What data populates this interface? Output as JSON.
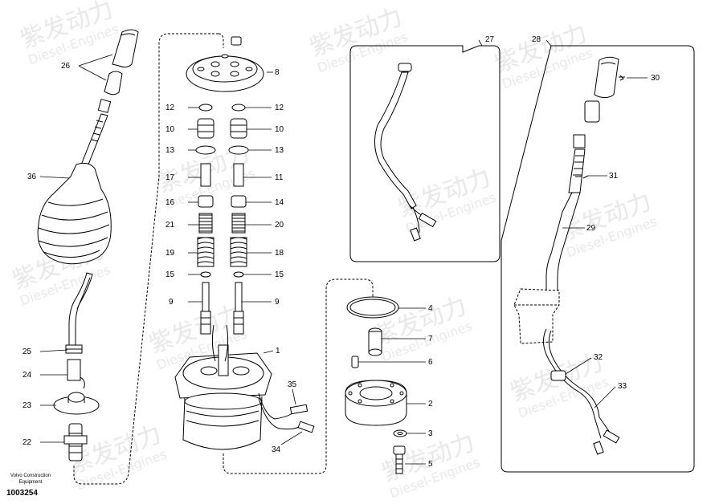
{
  "watermark": {
    "cn": "紫发动力",
    "en": "Diesel-Engines"
  },
  "footer": {
    "brand_line1": "Volvo Construction",
    "brand_line2": "Equipment",
    "part_number": "1003254"
  },
  "callouts": {
    "c26": "26",
    "c36": "36",
    "c25": "25",
    "c24": "24",
    "c23": "23",
    "c22": "22",
    "c8": "8",
    "c12a": "12",
    "c12b": "12",
    "c10a": "10",
    "c10b": "10",
    "c13a": "13",
    "c13b": "13",
    "c17": "17",
    "c11": "11",
    "c16": "16",
    "c14": "14",
    "c21": "21",
    "c20": "20",
    "c19": "19",
    "c18": "18",
    "c15a": "15",
    "c15b": "15",
    "c9a": "9",
    "c9b": "9",
    "c1": "1",
    "c35": "35",
    "c34": "34",
    "c4": "4",
    "c7": "7",
    "c6": "6",
    "c2": "2",
    "c3": "3",
    "c5": "5",
    "c27": "27",
    "c28": "28",
    "c30": "30",
    "c31": "31",
    "c29": "29",
    "c32": "32",
    "c33": "33"
  }
}
